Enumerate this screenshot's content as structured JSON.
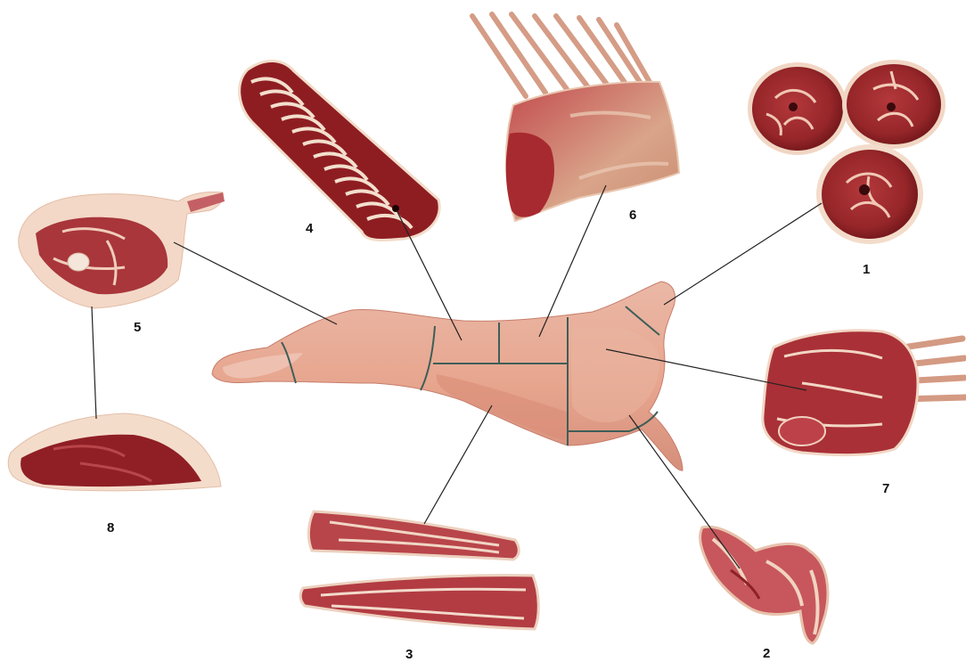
{
  "labels": {
    "c1": "1",
    "c2": "2",
    "c3": "3",
    "c4": "4",
    "c5": "5",
    "c6": "6",
    "c7": "7",
    "c8": "8"
  },
  "colors": {
    "background": "#ffffff",
    "carcass": "#e5a592",
    "carcass_dark": "#c9806c",
    "meat_red": "#9e2a2f",
    "meat_dark": "#6e1419",
    "fat": "#f3ddc8",
    "bone": "#e8c9b3",
    "cut_line": "#3e5e58",
    "leader_line": "#222222"
  }
}
